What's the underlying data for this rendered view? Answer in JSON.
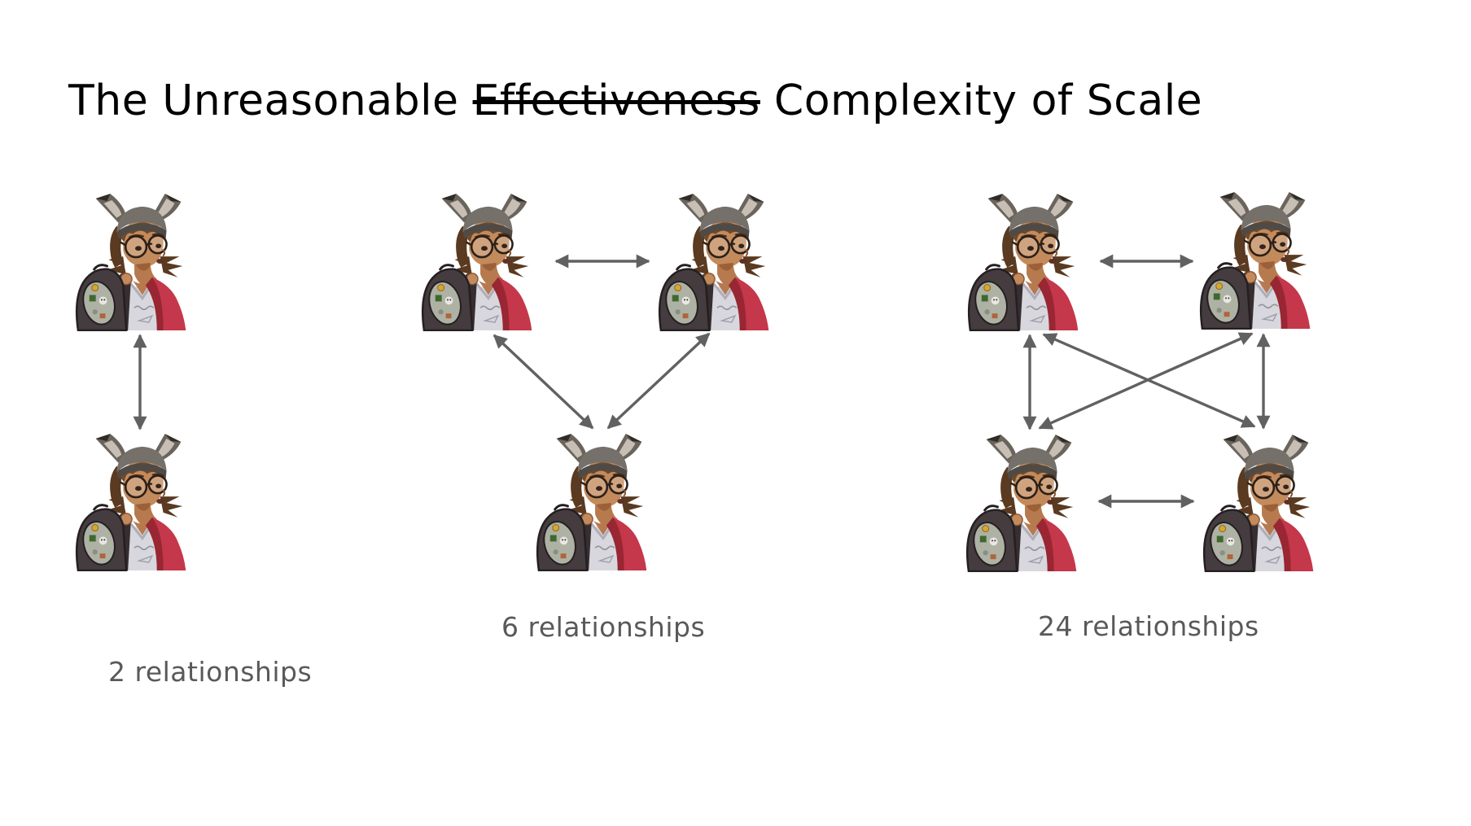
{
  "slide": {
    "title": {
      "prefix": "The Unreasonable ",
      "struck": "Effectiveness",
      "suffix": " Complexity of Scale"
    }
  },
  "groups": [
    {
      "name": "pair",
      "people_count": 2,
      "label": "2 relationships"
    },
    {
      "name": "triangle",
      "people_count": 3,
      "label": "6 relationships"
    },
    {
      "name": "foursome",
      "people_count": 4,
      "label": "24 relationships"
    }
  ],
  "colors": {
    "background": "#ffffff",
    "title_text": "#000000",
    "caption_text": "#595959",
    "arrow_gray": "#616161",
    "jacket_red": "#c5374a",
    "shirt_gray": "#d8d7dd",
    "hat_gray": "#75706a",
    "hair_brown": "#6d4a2c",
    "skin_tan": "#c38a5c",
    "backpack_dark": "#443c3e"
  }
}
